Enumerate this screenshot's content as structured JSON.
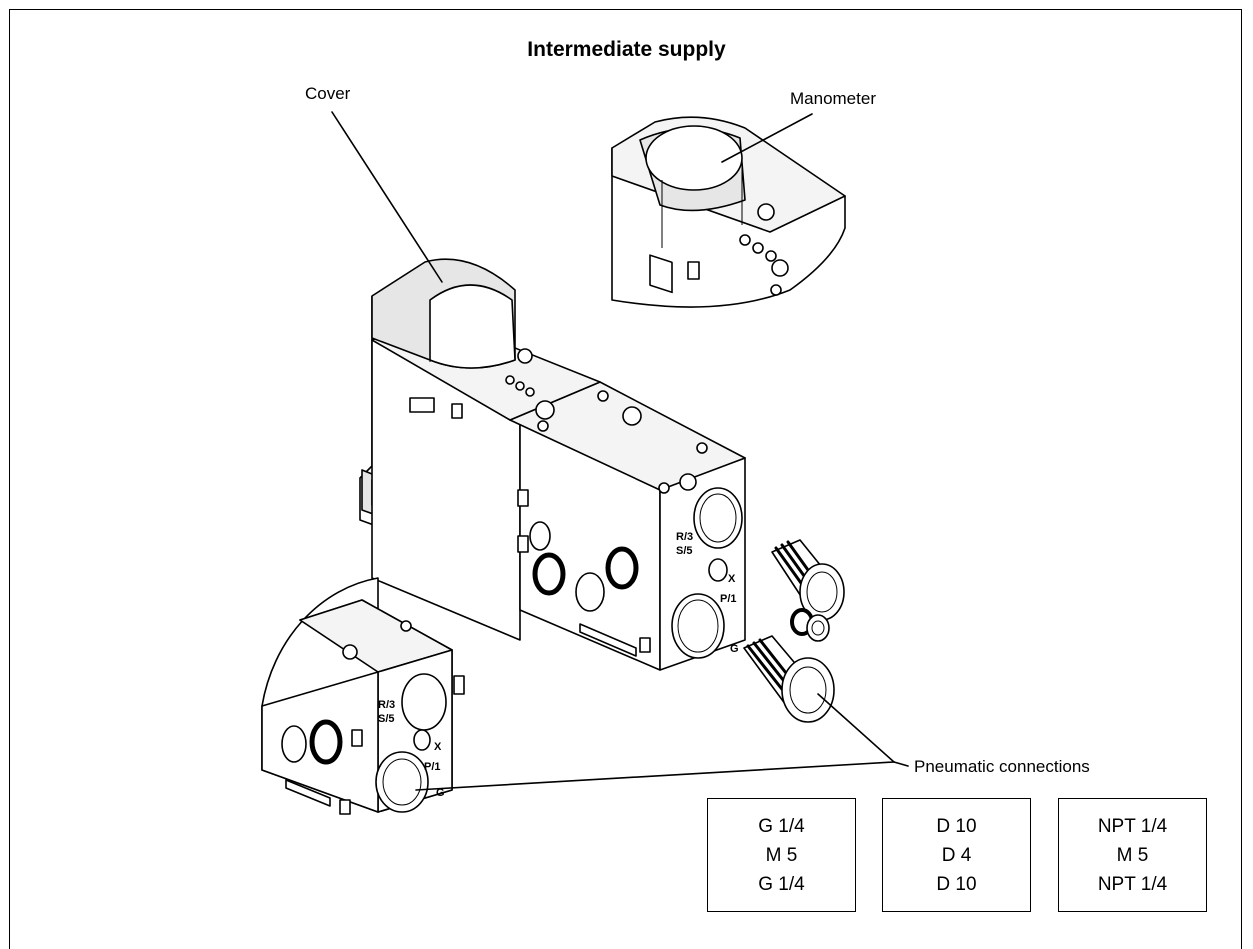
{
  "title": "Intermediate supply",
  "labels": {
    "cover": "Cover",
    "manometer": "Manometer",
    "pneumatic_connections": "Pneumatic connections"
  },
  "variants": [
    {
      "lines": [
        "G 1/4",
        "M 5",
        "G 1/4"
      ]
    },
    {
      "lines": [
        "D 10",
        "D 4",
        "D 10"
      ]
    },
    {
      "lines": [
        "NPT 1/4",
        "M 5",
        "NPT 1/4"
      ]
    }
  ],
  "port_marks": {
    "exhaust_main": "R/3",
    "exhaust_second": "S/5",
    "pilot": "X",
    "supply": "P/1",
    "thread": "G"
  }
}
